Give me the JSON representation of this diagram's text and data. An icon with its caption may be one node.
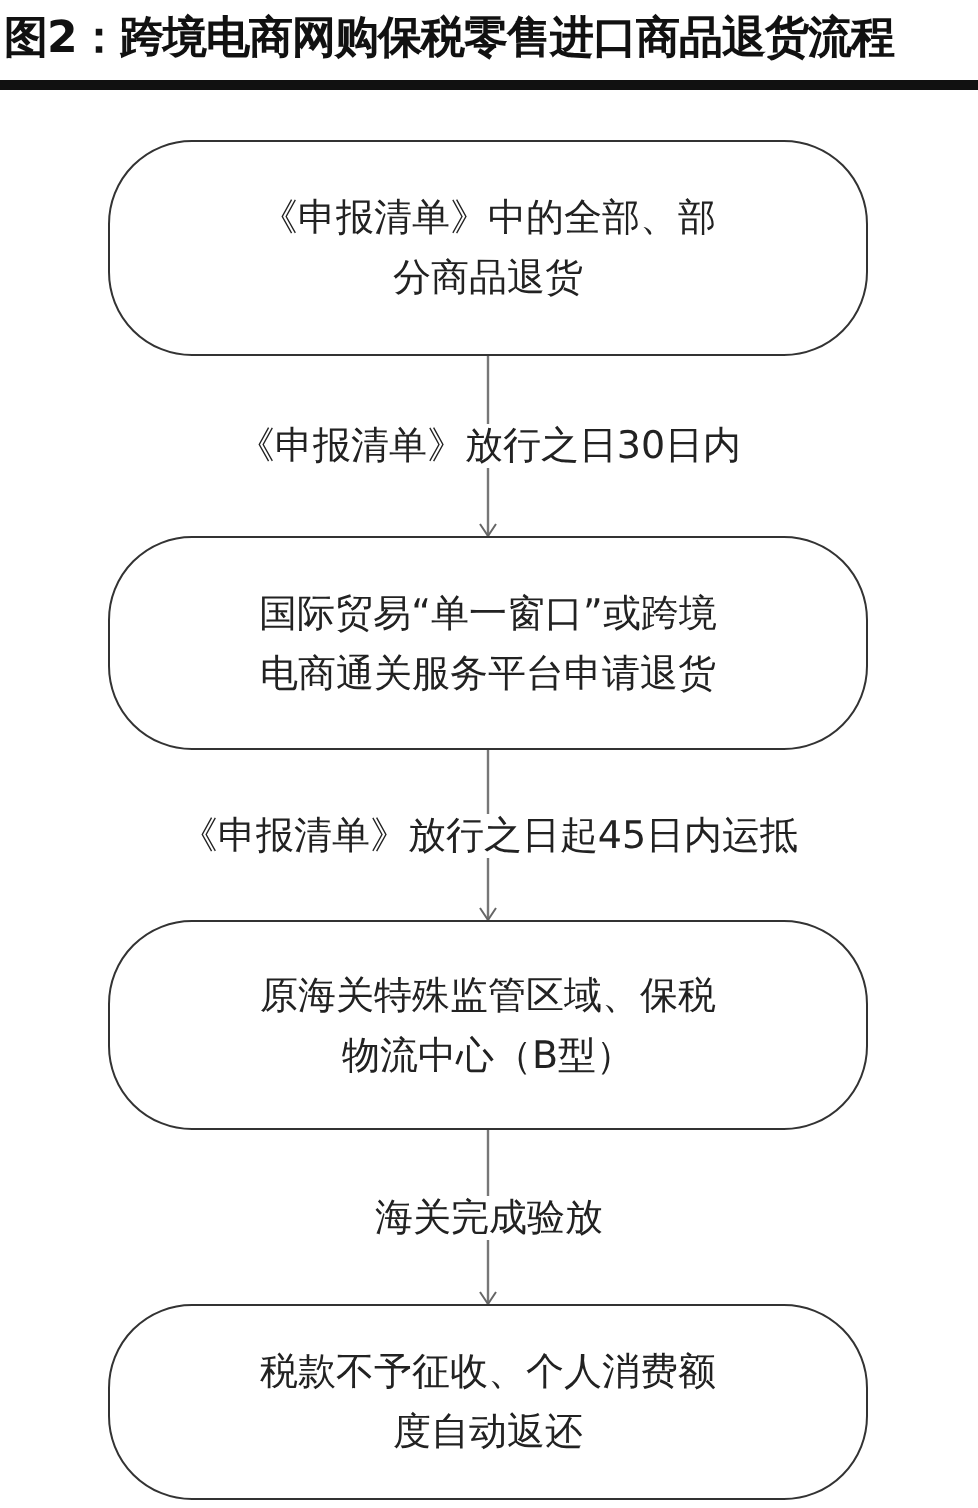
{
  "diagram": {
    "title": "图2：跨境电商网购保税零售进口商品退货流程",
    "nodes": [
      {
        "text": [
          "《申报清单》中的全部、部分商品退货"
        ]
      },
      {
        "text": [
          "国际贸易“单一窗口”或跨境电商通关服务平台申请退货"
        ]
      },
      {
        "text": [
          "原海关特殊监管区域、保税物流中心（B型）"
        ]
      },
      {
        "text": [
          "税款不予征收、个人消费额度自动返还"
        ]
      }
    ],
    "edges": [
      {
        "from": 0,
        "to": 1,
        "arrow": "to",
        "label": "《申报清单》放行之日30日内"
      },
      {
        "from": 1,
        "to": 2,
        "arrow": "to",
        "label": "《申报清单》放行之日起45日内运抵"
      },
      {
        "from": 2,
        "to": 3,
        "arrow": "to",
        "label": "海关完成验放"
      }
    ]
  }
}
